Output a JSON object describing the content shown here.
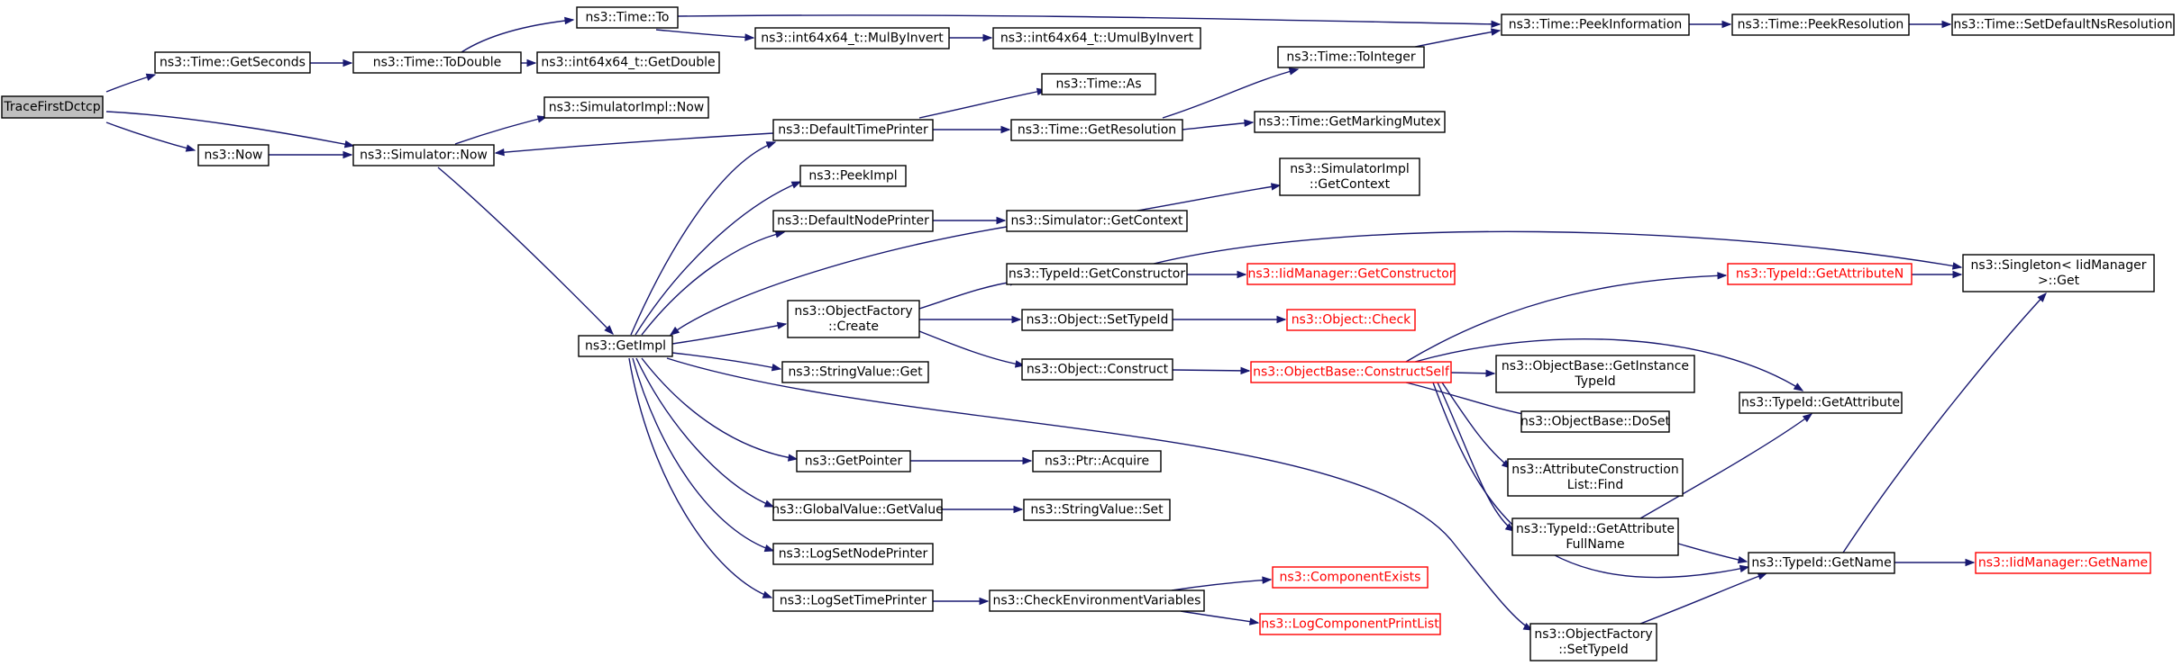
{
  "colors": {
    "edge": "#191970",
    "node_border": "#000000",
    "unresolved_border": "#ff0000",
    "root_fill": "#bfbfbf"
  },
  "nodes": [
    {
      "id": "tfd",
      "lines": [
        "TraceFirstDctcp"
      ],
      "style": "root"
    },
    {
      "id": "getseconds",
      "lines": [
        "ns3::Time::GetSeconds"
      ],
      "style": "normal"
    },
    {
      "id": "now",
      "lines": [
        "ns3::Now"
      ],
      "style": "normal"
    },
    {
      "id": "todouble",
      "lines": [
        "ns3::Time::ToDouble"
      ],
      "style": "normal"
    },
    {
      "id": "simnow",
      "lines": [
        "ns3::Simulator::Now"
      ],
      "style": "normal"
    },
    {
      "id": "timeto",
      "lines": [
        "ns3::Time::To"
      ],
      "style": "normal"
    },
    {
      "id": "int64getdouble",
      "lines": [
        "ns3::int64x64_t::GetDouble"
      ],
      "style": "normal"
    },
    {
      "id": "simimplnow",
      "lines": [
        "ns3::SimulatorImpl::Now"
      ],
      "style": "normal"
    },
    {
      "id": "getimpl",
      "lines": [
        "ns3::GetImpl"
      ],
      "style": "normal"
    },
    {
      "id": "mulbyinvert",
      "lines": [
        "ns3::int64x64_t::MulByInvert"
      ],
      "style": "normal"
    },
    {
      "id": "defaulttimeprinter",
      "lines": [
        "ns3::DefaultTimePrinter"
      ],
      "style": "normal"
    },
    {
      "id": "peekimpl",
      "lines": [
        "ns3::PeekImpl"
      ],
      "style": "normal"
    },
    {
      "id": "defaultnodeprinter",
      "lines": [
        "ns3::DefaultNodePrinter"
      ],
      "style": "normal"
    },
    {
      "id": "objfactorycreate",
      "lines": [
        "ns3::ObjectFactory",
        "::Create"
      ],
      "style": "normal"
    },
    {
      "id": "stringvalueget",
      "lines": [
        "ns3::StringValue::Get"
      ],
      "style": "normal"
    },
    {
      "id": "getpointer",
      "lines": [
        "ns3::GetPointer"
      ],
      "style": "normal"
    },
    {
      "id": "gvgetvalue",
      "lines": [
        "ns3::GlobalValue::GetValue"
      ],
      "style": "normal"
    },
    {
      "id": "logsetnodeprinter",
      "lines": [
        "ns3::LogSetNodePrinter"
      ],
      "style": "normal"
    },
    {
      "id": "logsettimeprinter",
      "lines": [
        "ns3::LogSetTimePrinter"
      ],
      "style": "normal"
    },
    {
      "id": "umulbyinvert",
      "lines": [
        "ns3::int64x64_t::UmulByInvert"
      ],
      "style": "normal"
    },
    {
      "id": "timeas",
      "lines": [
        "ns3::Time::As"
      ],
      "style": "normal"
    },
    {
      "id": "getresolution",
      "lines": [
        "ns3::Time::GetResolution"
      ],
      "style": "normal"
    },
    {
      "id": "simgetcontext",
      "lines": [
        "ns3::Simulator::GetContext"
      ],
      "style": "normal"
    },
    {
      "id": "typeidgetconstructor",
      "lines": [
        "ns3::TypeId::GetConstructor"
      ],
      "style": "normal"
    },
    {
      "id": "objsettypeid",
      "lines": [
        "ns3::Object::SetTypeId"
      ],
      "style": "normal"
    },
    {
      "id": "objconstruct",
      "lines": [
        "ns3::Object::Construct"
      ],
      "style": "normal"
    },
    {
      "id": "ptracquire",
      "lines": [
        "ns3::Ptr::Acquire"
      ],
      "style": "normal"
    },
    {
      "id": "stringvalueset",
      "lines": [
        "ns3::StringValue::Set"
      ],
      "style": "normal"
    },
    {
      "id": "checkenv",
      "lines": [
        "ns3::CheckEnvironmentVariables"
      ],
      "style": "normal"
    },
    {
      "id": "timetointeger",
      "lines": [
        "ns3::Time::ToInteger"
      ],
      "style": "normal"
    },
    {
      "id": "getmarkingmutex",
      "lines": [
        "ns3::Time::GetMarkingMutex"
      ],
      "style": "normal"
    },
    {
      "id": "simimplgetcontext",
      "lines": [
        "ns3::SimulatorImpl",
        "::GetContext"
      ],
      "style": "normal"
    },
    {
      "id": "iidgetconstructor",
      "lines": [
        "ns3::IidManager::GetConstructor"
      ],
      "style": "red"
    },
    {
      "id": "objcheck",
      "lines": [
        "ns3::Object::Check"
      ],
      "style": "red"
    },
    {
      "id": "constructself",
      "lines": [
        "ns3::ObjectBase::ConstructSelf"
      ],
      "style": "red"
    },
    {
      "id": "componentexists",
      "lines": [
        "ns3::ComponentExists"
      ],
      "style": "red"
    },
    {
      "id": "logcomponentprintlist",
      "lines": [
        "ns3::LogComponentPrintList"
      ],
      "style": "red"
    },
    {
      "id": "objfactorysettypeid",
      "lines": [
        "ns3::ObjectFactory",
        "::SetTypeId"
      ],
      "style": "normal"
    },
    {
      "id": "peekinformation",
      "lines": [
        "ns3::Time::PeekInformation"
      ],
      "style": "normal"
    },
    {
      "id": "getinstancetypeid",
      "lines": [
        "ns3::ObjectBase::GetInstance",
        "TypeId"
      ],
      "style": "normal"
    },
    {
      "id": "doset",
      "lines": [
        "ns3::ObjectBase::DoSet"
      ],
      "style": "normal"
    },
    {
      "id": "attrconstructionfind",
      "lines": [
        "ns3::AttributeConstruction",
        "List::Find"
      ],
      "style": "normal"
    },
    {
      "id": "getattributefullname",
      "lines": [
        "ns3::TypeId::GetAttribute",
        "FullName"
      ],
      "style": "normal"
    },
    {
      "id": "getattributen",
      "lines": [
        "ns3::TypeId::GetAttributeN"
      ],
      "style": "red"
    },
    {
      "id": "peekresolution",
      "lines": [
        "ns3::Time::PeekResolution"
      ],
      "style": "normal"
    },
    {
      "id": "getattribute",
      "lines": [
        "ns3::TypeId::GetAttribute"
      ],
      "style": "normal"
    },
    {
      "id": "typeidgetname",
      "lines": [
        "ns3::TypeId::GetName"
      ],
      "style": "normal"
    },
    {
      "id": "setdefaultnsres",
      "lines": [
        "ns3::Time::SetDefaultNsResolution"
      ],
      "style": "normal"
    },
    {
      "id": "singletonget",
      "lines": [
        "ns3::Singleton< IidManager",
        " >::Get"
      ],
      "style": "normal"
    },
    {
      "id": "iidgetname",
      "lines": [
        "ns3::IidManager::GetName"
      ],
      "style": "red"
    }
  ]
}
